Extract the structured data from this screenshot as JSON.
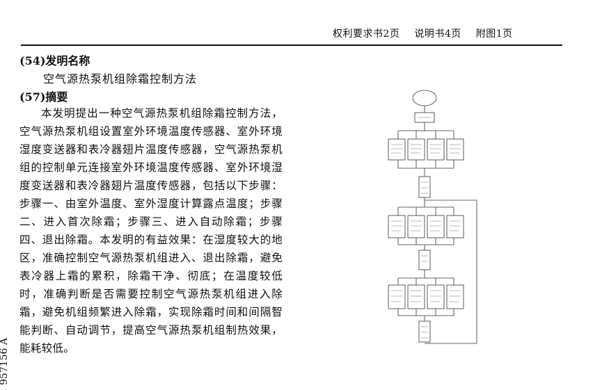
{
  "header": {
    "claims": "权利要求书2页",
    "description": "说明书4页",
    "drawings": "附图1页"
  },
  "section54": {
    "heading": "(54)发明名称",
    "title": "空气源热泵机组除霜控制方法"
  },
  "section57": {
    "heading": "(57)摘要",
    "abstract": "本发明提出一种空气源热泵机组除霜控制方法，空气源热泵机组设置室外环境温度传感器、室外环境湿度变送器和表冷器翅片温度传感器，空气源热泵机组的控制单元连接室外环境温度传感器、室外环境湿度变送器和表冷器翅片温度传感器，包括以下步骤：步骤一、由室外温度、室外湿度计算露点温度；步骤二、进入首次除霜；步骤三、进入自动除霜；步骤四、退出除霜。本发明的有益效果：在湿度较大的地区，准确控制空气源热泵机组进入、退出除霜，避免表冷器上霜的累积，除霜干净、彻底；在温度较低时，准确判断是否需要控制空气源热泵机组进入除霜，避免机组频繁进入除霜，实现除霜时间和间隔智能判断、自动调节，提高空气源热泵机组制热效果，能耗较低。"
  },
  "side_code": "957156 A"
}
